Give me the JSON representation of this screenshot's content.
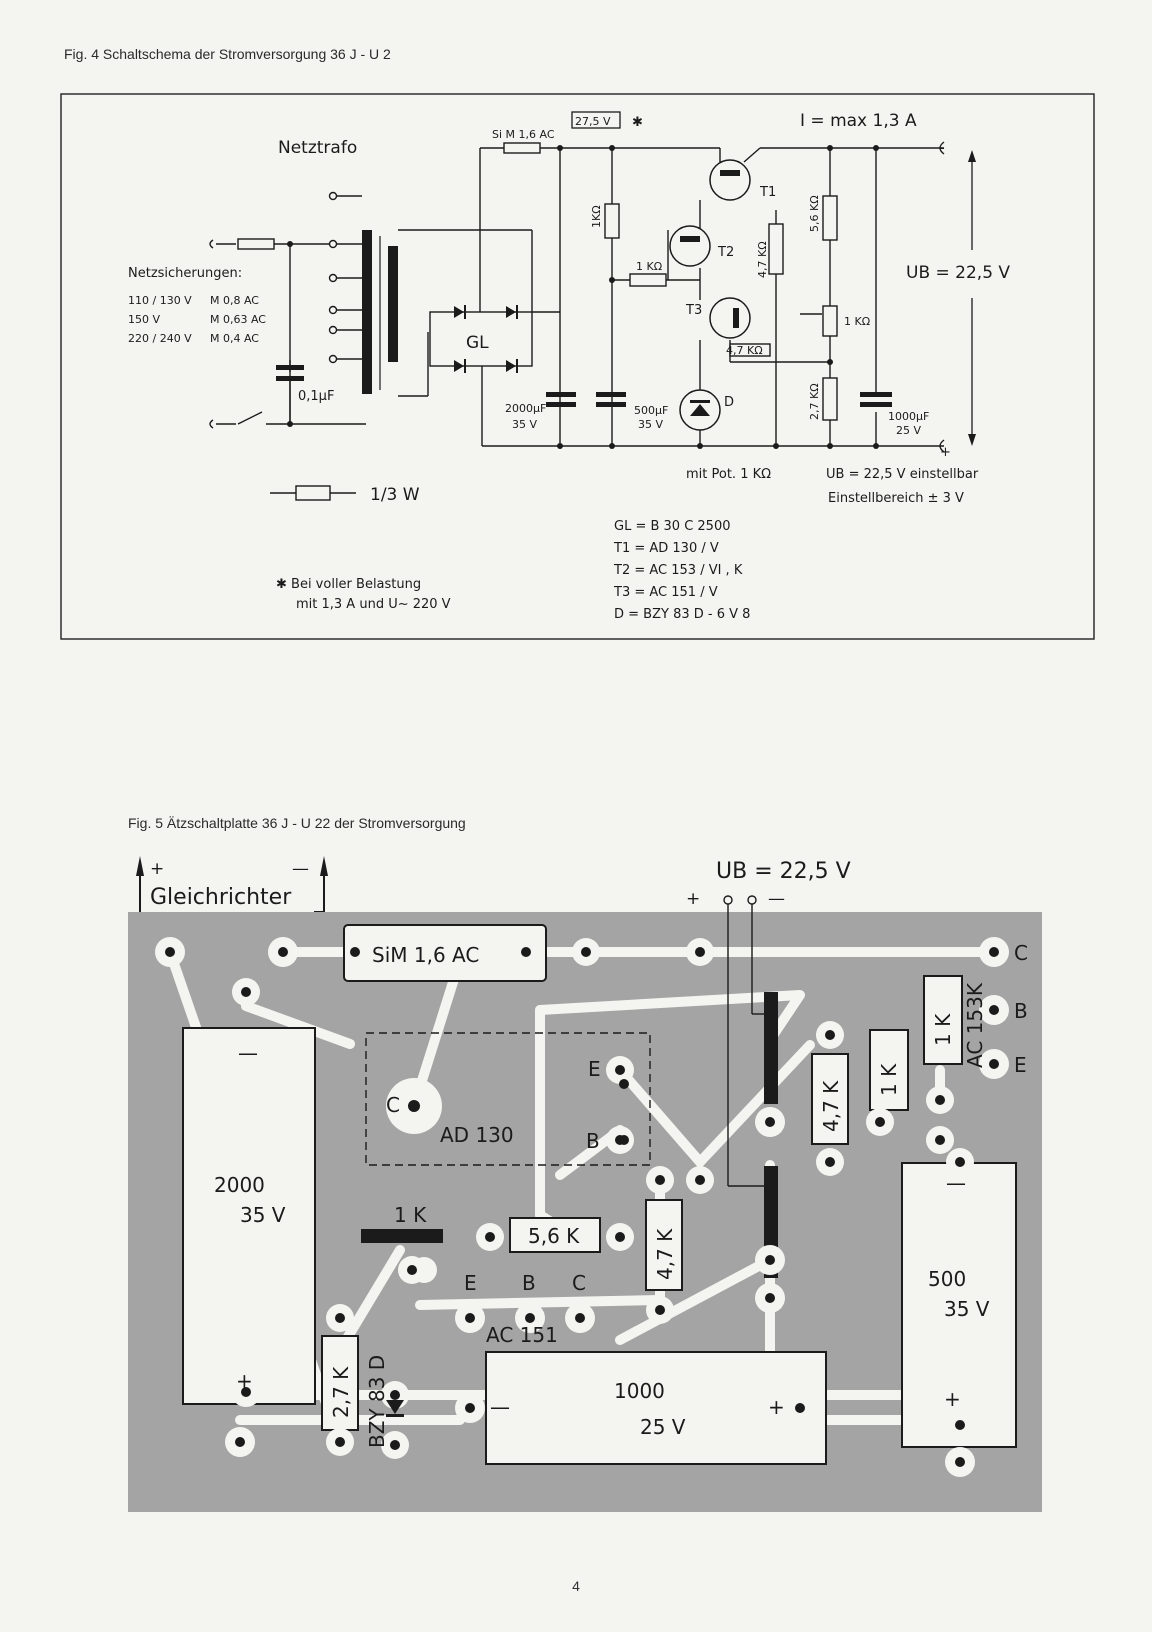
{
  "fig4": {
    "caption": "Fig. 4   Schaltschema der Stromversorgung 36 J - U 2",
    "netztrafo": "Netztrafo",
    "fuse_label": "Si M 1,6 AC",
    "voltage_box": "27,5 V",
    "star": "✱",
    "current_label": "I = max  1,3 A",
    "netzsicherungen_title": "Netzsicherungen:",
    "netzsicherungen": [
      {
        "voltage": "110 / 130 V",
        "fuse": "M 0,8  AC"
      },
      {
        "voltage": "150 V",
        "fuse": "M 0,63 AC"
      },
      {
        "voltage": "220 / 240 V",
        "fuse": "M 0,4  AC"
      }
    ],
    "cap_01": "0,1µF",
    "gl": "GL",
    "c2000": [
      "2000µF",
      "35 V"
    ],
    "c500": [
      "500µF",
      "35 V"
    ],
    "c1000": [
      "1000µF",
      "25 V"
    ],
    "r1k_a": "1KΩ",
    "r1k_b": "1 KΩ",
    "r47_a": "4,7 KΩ",
    "r47_b": "4,7 KΩ",
    "r56": "5,6 KΩ",
    "r27": "2,7 KΩ",
    "pot": "1 KΩ",
    "t1": "T1",
    "t2": "T2",
    "t3": "T3",
    "d": "D",
    "ub": "UB = 22,5 V",
    "minus": "-",
    "plus": "+",
    "resistor_legend": "1/3 W",
    "pot_note": "mit Pot. 1 KΩ",
    "ub_note": "UB = 22,5 V  einstellbar",
    "range_note": "Einstellbereich ± 3 V",
    "parts": [
      "GL = B  30  C  2500",
      "T1 = AD  130 / V",
      "T2 = AC  153 / VI ,  K",
      "T3 = AC  151 / V",
      "D  = BZY  83 D - 6 V 8"
    ],
    "load_note": [
      "✱ Bei voller Belastung",
      "mit 1,3 A und U~ 220 V"
    ]
  },
  "fig5": {
    "caption": "Fig. 5   Ätzschaltplatte 36 J - U 22 der Stromversorgung",
    "gleichrichter": "Gleichrichter",
    "plus": "+",
    "minus": "—",
    "ub": "UB = 22,5 V",
    "fuse": "SiM 1,6 AC",
    "ad130": "AD 130",
    "c_label": "C",
    "e_label": "E",
    "b_label": "B",
    "c2000": [
      "2000",
      "35 V"
    ],
    "c500": [
      "500",
      "35 V"
    ],
    "c1000": [
      "1000",
      "25 V"
    ],
    "r1k": "1 K",
    "r56": "5,6 K",
    "r47a": "4,7 K",
    "r47b": "4,7 K",
    "r1k_v1": "1 K",
    "r1k_v2": "1 K",
    "r27": "2,7 K",
    "zener": "BZY 83 D",
    "ac151": "AC 151",
    "ac153": "AC 153K",
    "cap_minus": "—",
    "cap_plus": "+"
  },
  "page_number": "4"
}
